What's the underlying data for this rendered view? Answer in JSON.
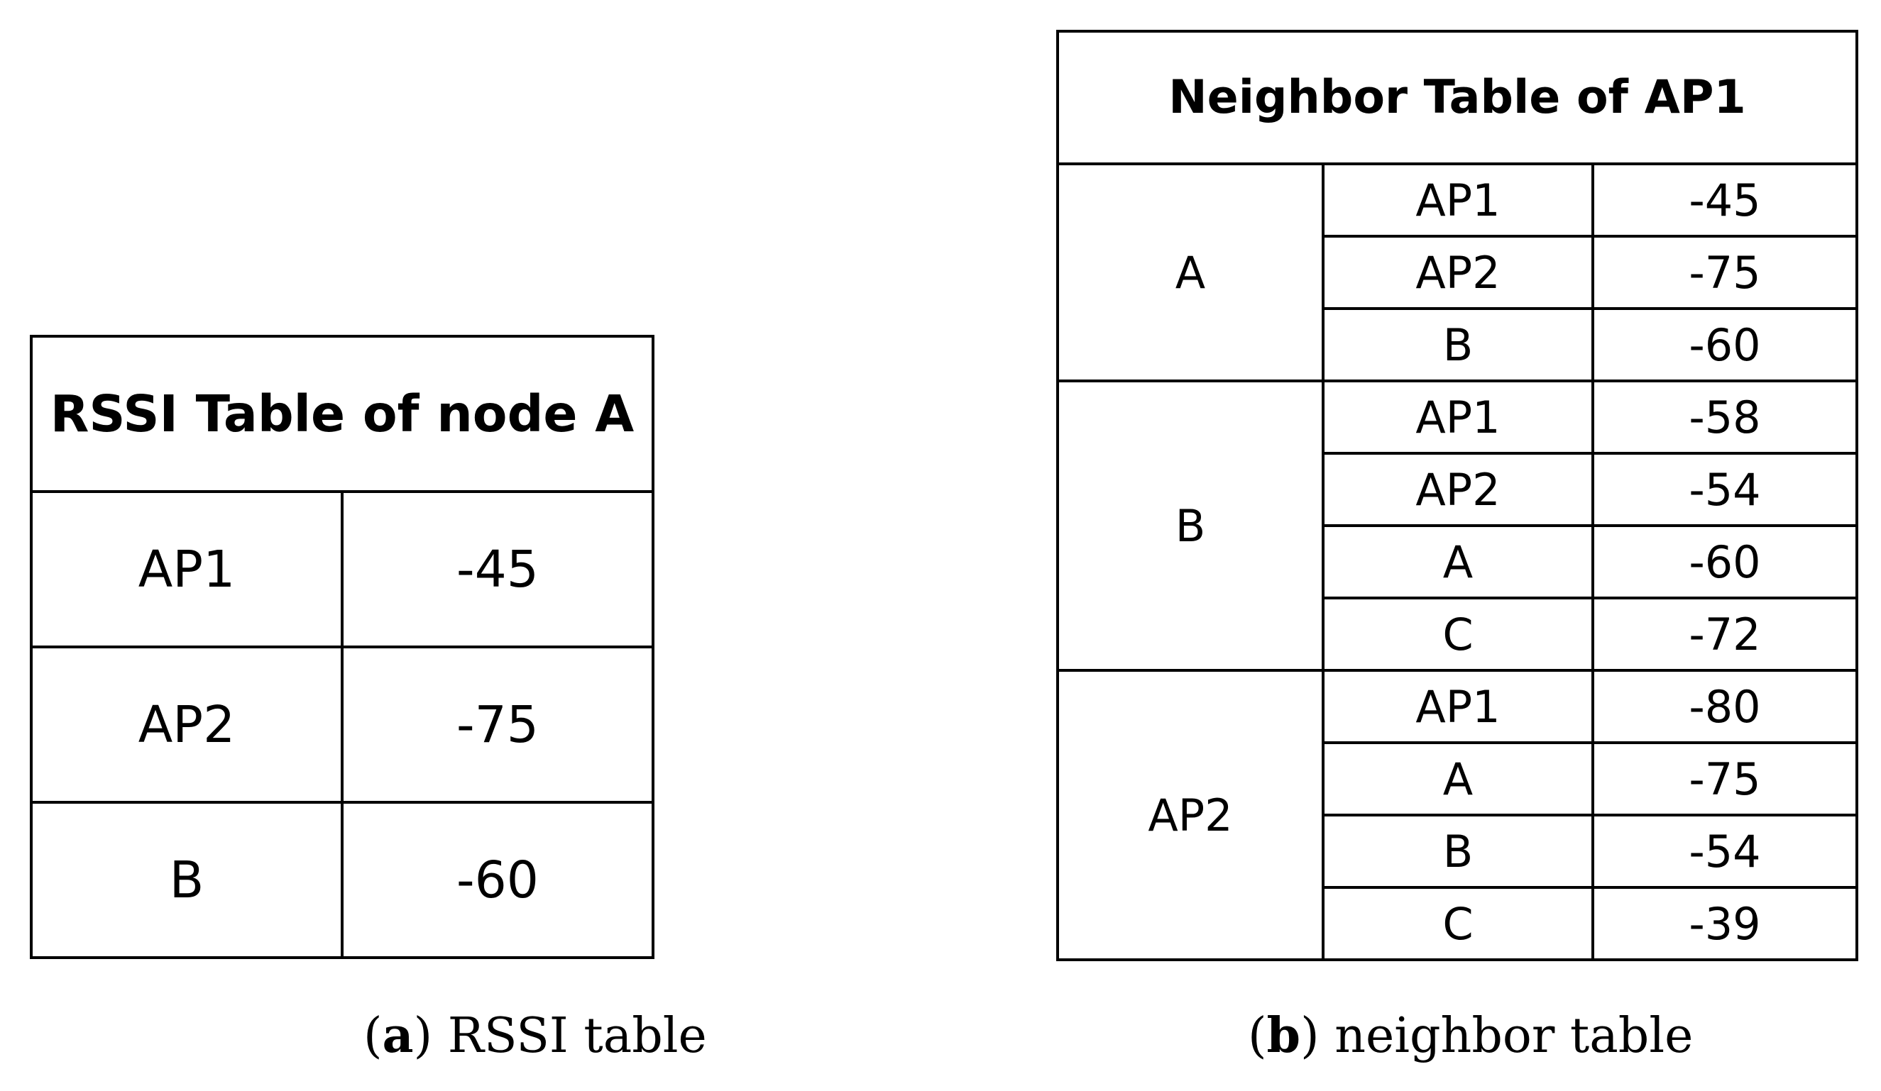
{
  "rssi_table": {
    "title": "RSSI Table of node A",
    "rows": [
      {
        "ap": "AP1",
        "rssi": "-45"
      },
      {
        "ap": "AP2",
        "rssi": "-75"
      },
      {
        "ap": "B",
        "rssi": "-60"
      }
    ]
  },
  "neighbor_table": {
    "title": "Neighbor Table of AP1",
    "groups": [
      {
        "node": "A",
        "rows": [
          {
            "neighbor": "AP1",
            "rssi": "-45"
          },
          {
            "neighbor": "AP2",
            "rssi": "-75"
          },
          {
            "neighbor": "B",
            "rssi": "-60"
          }
        ]
      },
      {
        "node": "B",
        "rows": [
          {
            "neighbor": "AP1",
            "rssi": "-58"
          },
          {
            "neighbor": "AP2",
            "rssi": "-54"
          },
          {
            "neighbor": "A",
            "rssi": "-60"
          },
          {
            "neighbor": "C",
            "rssi": "-72"
          }
        ]
      },
      {
        "node": "AP2",
        "rows": [
          {
            "neighbor": "AP1",
            "rssi": "-80"
          },
          {
            "neighbor": "A",
            "rssi": "-75"
          },
          {
            "neighbor": "B",
            "rssi": "-54"
          },
          {
            "neighbor": "C",
            "rssi": "-39"
          }
        ]
      }
    ]
  },
  "captions": {
    "a_letter": "a",
    "a_text": "RSSI table",
    "b_letter": "b",
    "b_text": "neighbor table"
  }
}
